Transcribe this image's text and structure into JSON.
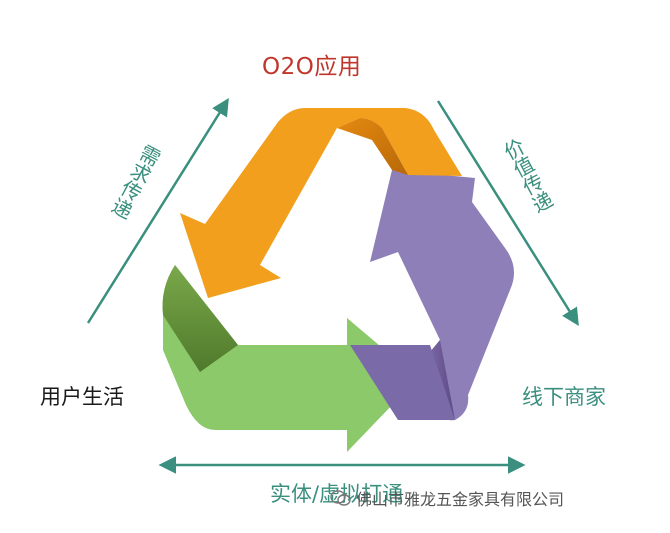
{
  "title": "O2O应用",
  "nodes": {
    "left": "用户生活",
    "right": "线下商家"
  },
  "flows": {
    "left": "需求传递",
    "right": "价值传递",
    "bottom": "实体/虚拟打通"
  },
  "watermark": "佛山市雅龙五金家具有限公司",
  "colors": {
    "orange": "#f29f1d",
    "purple": "#8e7fb8",
    "green": "#8cc96b",
    "teal": "#3a8f7f",
    "title_red": "#c0362c"
  }
}
